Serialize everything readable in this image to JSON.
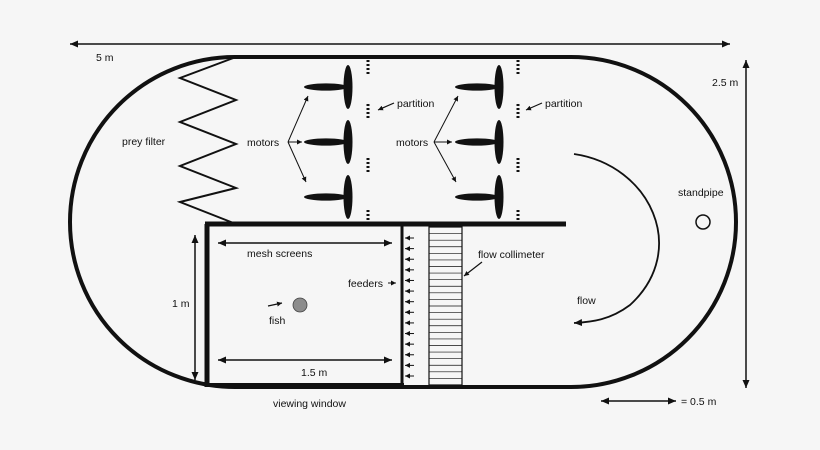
{
  "labels": {
    "width_5m": "5 m",
    "height_2_5m": "2.5 m",
    "prey_filter": "prey filter",
    "motors_left": "motors",
    "motors_right": "motors",
    "partition_left": "partition",
    "partition_right": "partition",
    "standpipe": "standpipe",
    "mesh_screens": "mesh screens",
    "feeders": "feeders",
    "flow_collimeter": "flow collimeter",
    "flow": "flow",
    "one_m": "1 m",
    "fish": "fish",
    "one_five_m": "1.5 m",
    "viewing_window": "viewing window",
    "scale_0_5m": "= 0.5 m"
  },
  "colors": {
    "line": "#111111",
    "fish": "#8c8c8c",
    "background": "#f6f6f6"
  },
  "components": {
    "motor_count_per_bank": 3,
    "feeder_arrow_count": 14,
    "collimeter_slat_count": 24
  }
}
